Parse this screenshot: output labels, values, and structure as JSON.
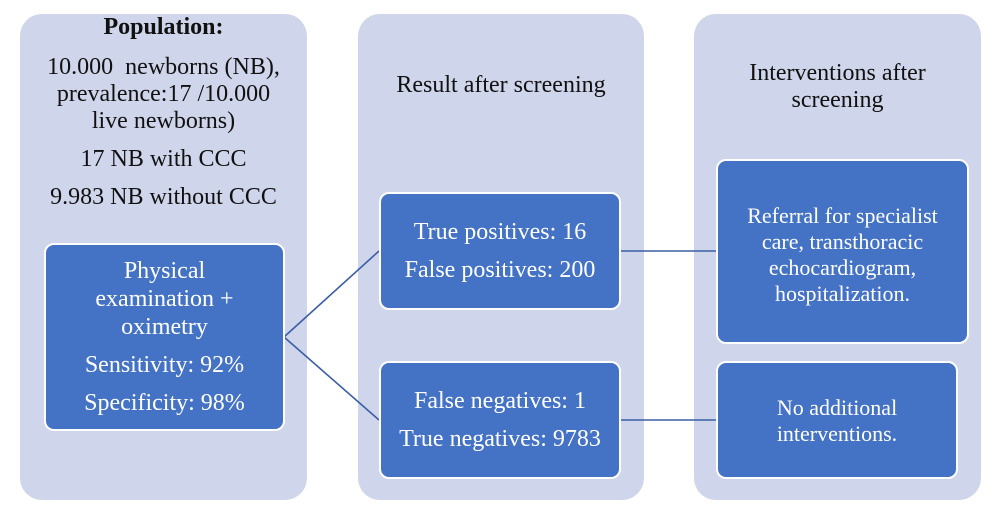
{
  "population": {
    "heading": "Population:",
    "line1": "10.000  newborns (NB),",
    "line2": "prevalence:17 /10.000",
    "line3": "live newborns)",
    "with_ccc": "17 NB with CCC",
    "without_ccc": "9.983 NB without CCC"
  },
  "screening": {
    "line1": "Physical",
    "line2": "examination +",
    "line3": "oximetry",
    "sensitivity": "Sensitivity: 92%",
    "specificity": "Specificity: 98%"
  },
  "results": {
    "title": "Result after screening",
    "positive": {
      "true_positives": "True positives: 16",
      "false_positives": "False positives: 200"
    },
    "negative": {
      "false_negatives": "False negatives: 1",
      "true_negatives": "True negatives: 9783"
    }
  },
  "interventions": {
    "title_line1": "Interventions after",
    "title_line2": "screening",
    "positive": {
      "line1": "Referral for specialist",
      "line2": "care, transthoracic",
      "line3": "echocardiogram,",
      "line4": "hospitalization."
    },
    "negative": {
      "line1": "No additional",
      "line2": "interventions."
    }
  },
  "colors": {
    "panel": "#cfd5ea",
    "box": "#4472c4",
    "connector": "#3b5ea6"
  }
}
